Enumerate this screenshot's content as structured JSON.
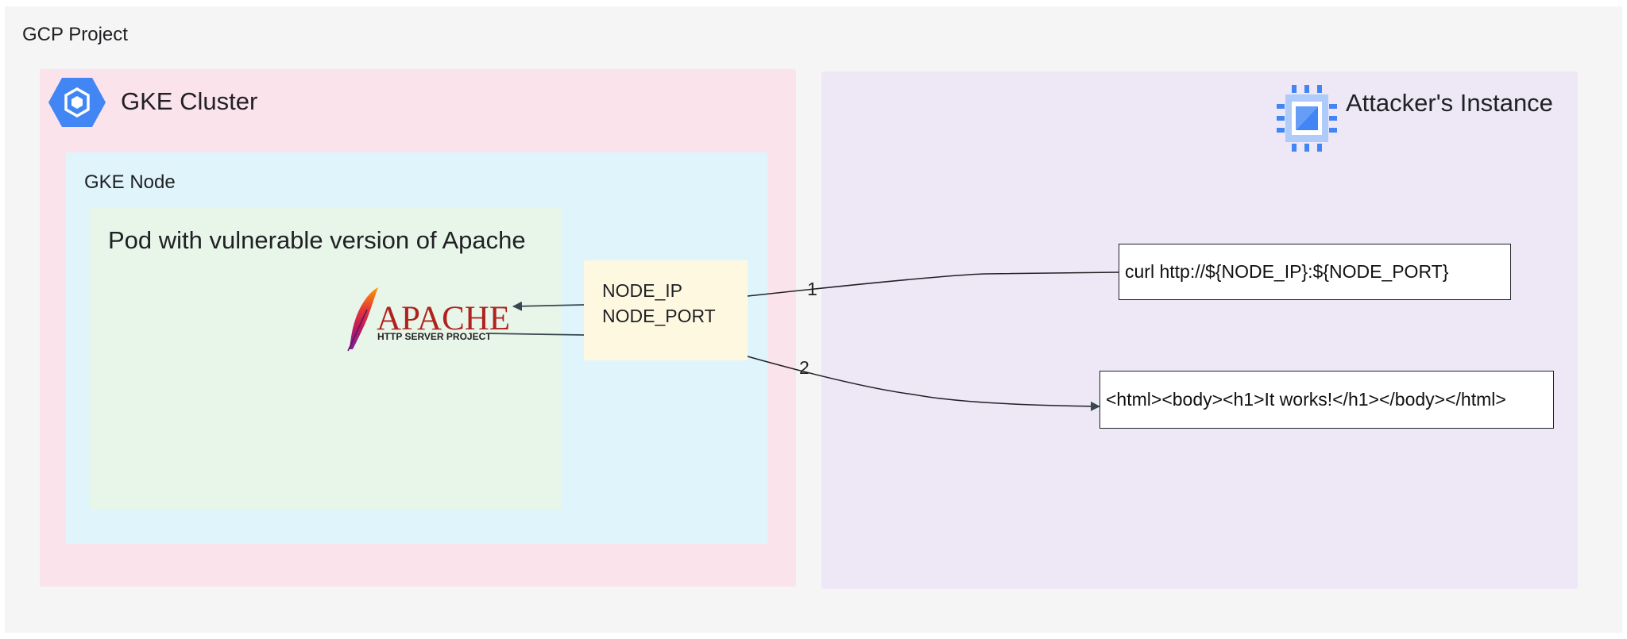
{
  "project": {
    "label": "GCP Project"
  },
  "cluster": {
    "label": "GKE Cluster",
    "icon": "gke-hexagon-icon"
  },
  "node": {
    "label": "GKE Node"
  },
  "pod": {
    "label": "Pod with vulnerable version of Apache",
    "logo": {
      "wordmark": "APACHE",
      "tagline": "HTTP SERVER PROJECT"
    }
  },
  "service": {
    "line1": "NODE_IP",
    "line2": "NODE_PORT"
  },
  "attacker": {
    "label": "Attacker's Instance",
    "icon": "compute-engine-chip-icon"
  },
  "request": {
    "text": "curl http://${NODE_IP}:${NODE_PORT}"
  },
  "response": {
    "text": "<html><body><h1>It works!</h1></body></html>"
  },
  "edges": {
    "step1": "1",
    "step2": "2"
  },
  "colors": {
    "project_bg": "#f5f5f5",
    "cluster_bg": "#fbe3ec",
    "node_bg": "#e0f4fc",
    "pod_bg": "#e8f5e9",
    "service_bg": "#fff8e1",
    "attacker_bg": "#ede7f6",
    "gcp_blue": "#4285f4",
    "apache_red": "#b0221e"
  }
}
